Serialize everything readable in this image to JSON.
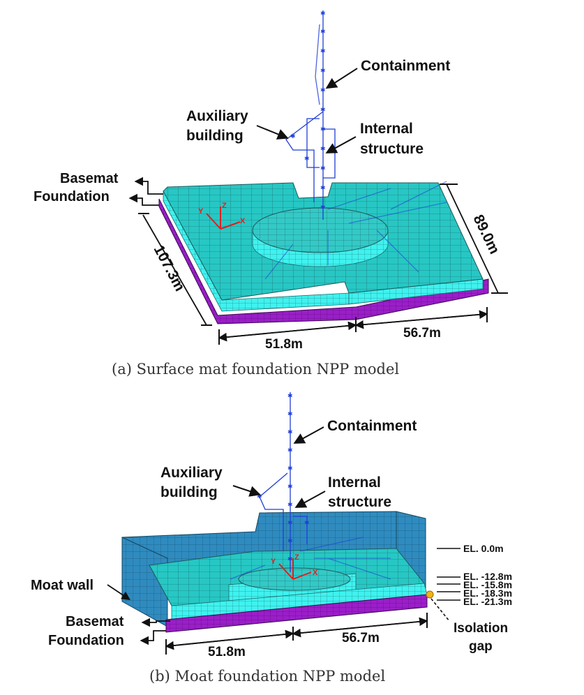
{
  "colors": {
    "mesh_top": "#27c7c4",
    "mesh_light": "#3ff2ef",
    "foundation": "#9b1ec9",
    "moat_wall": "#2f8bbf",
    "stick_model": "#1f3fd6",
    "gap_marker": "#f2b21a"
  },
  "panel_a": {
    "caption": "(a) Surface mat foundation NPP model",
    "labels": {
      "containment": "Containment",
      "auxiliary_line1": "Auxiliary",
      "auxiliary_line2": "building",
      "internal_line1": "Internal",
      "internal_line2": "structure",
      "basemat": "Basemat",
      "foundation": "Foundation"
    },
    "axes": {
      "x": "X",
      "y": "Y",
      "z": "Z"
    },
    "dimensions": {
      "width_left": "51.8m",
      "width_right": "56.7m",
      "depth": "89.0m",
      "length": "107.3m"
    }
  },
  "panel_b": {
    "caption": "(b) Moat foundation NPP model",
    "labels": {
      "containment": "Containment",
      "auxiliary_line1": "Auxiliary",
      "auxiliary_line2": "building",
      "internal_line1": "Internal",
      "internal_line2": "structure",
      "moat_wall": "Moat wall",
      "basemat": "Basemat",
      "foundation": "Foundation",
      "isolation_line1": "Isolation",
      "isolation_line2": "gap"
    },
    "axes": {
      "x": "X",
      "y": "Y",
      "z": "Z"
    },
    "dimensions": {
      "width_left": "51.8m",
      "width_right": "56.7m"
    },
    "elevations": [
      "EL.  0.0m",
      "EL. -12.8m",
      "EL. -15.8m",
      "EL. -18.3m",
      "EL. -21.3m"
    ]
  }
}
